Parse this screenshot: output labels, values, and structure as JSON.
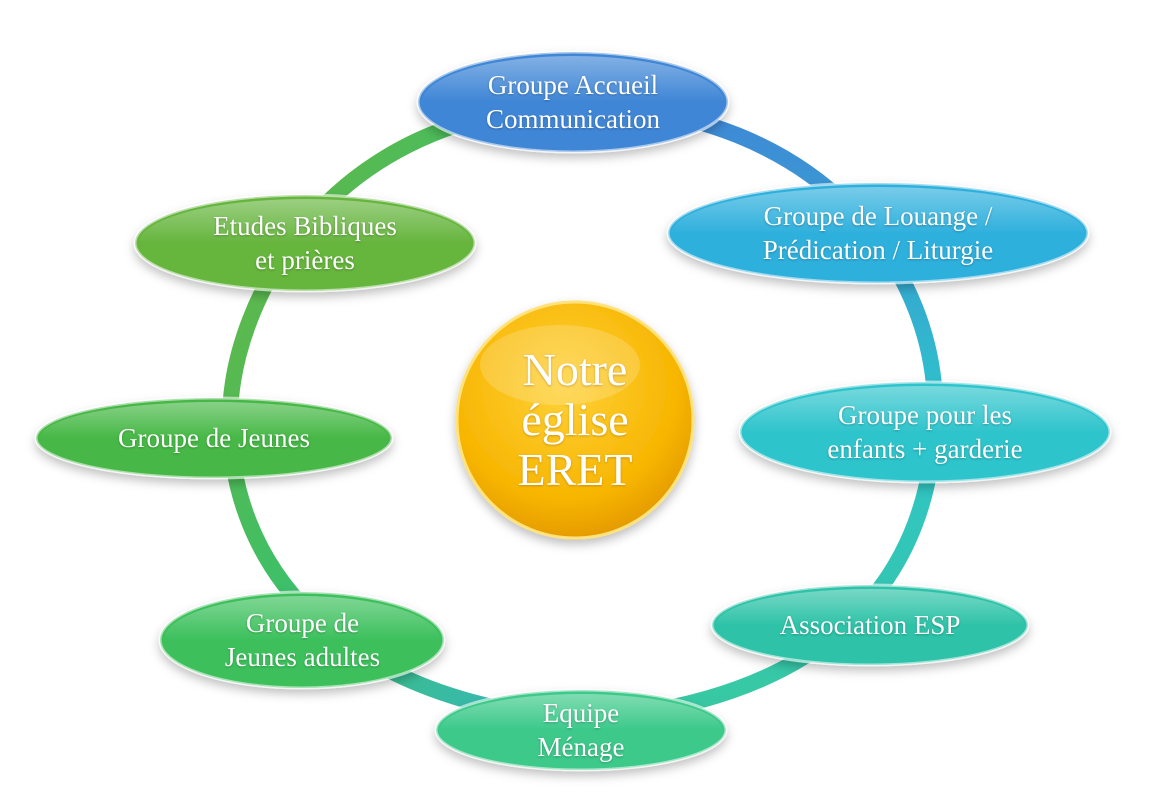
{
  "center": {
    "label": "Notre\néglise\nERET",
    "color": "#f5b800"
  },
  "nodes": [
    {
      "id": "accueil",
      "label": "Groupe Accueil\nCommunication",
      "color": "#3f86d6"
    },
    {
      "id": "louange",
      "label": "Groupe de Louange /\nPrédication / Liturgie",
      "color": "#2fb0dd"
    },
    {
      "id": "enfants",
      "label": "Groupe pour les\nenfants + garderie",
      "color": "#2ec4cc"
    },
    {
      "id": "esp",
      "label": "Association ESP",
      "color": "#2fc3a8"
    },
    {
      "id": "menage",
      "label": "Equipe\nMénage",
      "color": "#3cc98a"
    },
    {
      "id": "jeunes-ad",
      "label": "Groupe de\nJeunes adultes",
      "color": "#3cc05c"
    },
    {
      "id": "jeunes",
      "label": "Groupe de Jeunes",
      "color": "#47b846"
    },
    {
      "id": "etudes",
      "label": "Etudes Bibliques\net prières",
      "color": "#66b53e"
    }
  ]
}
